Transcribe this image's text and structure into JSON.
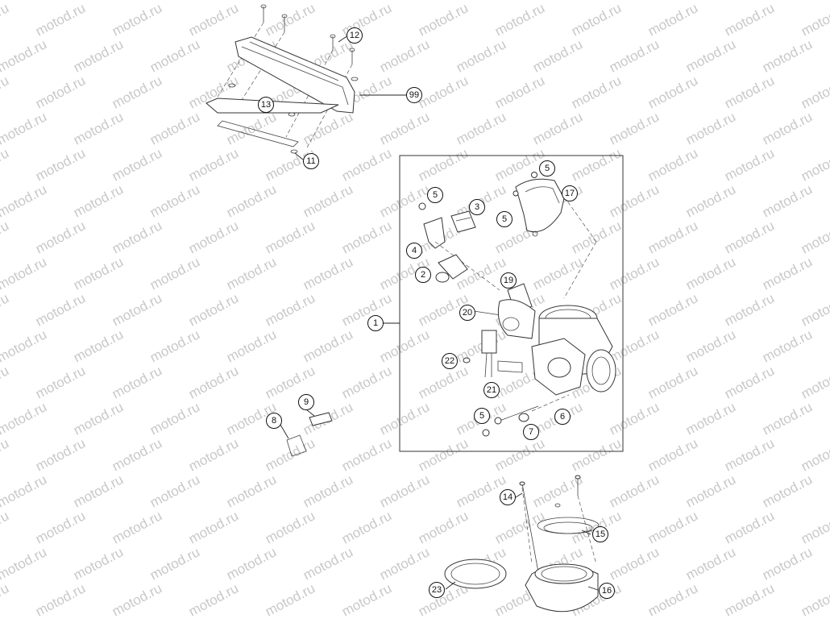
{
  "watermark": {
    "text": "motod.ru",
    "color": "#c8c8c8"
  },
  "callouts": [
    {
      "id": "c1",
      "label": "1"
    },
    {
      "id": "c2",
      "label": "2"
    },
    {
      "id": "c3",
      "label": "3"
    },
    {
      "id": "c4",
      "label": "4"
    },
    {
      "id": "c5a",
      "label": "5"
    },
    {
      "id": "c5b",
      "label": "5"
    },
    {
      "id": "c5c",
      "label": "5"
    },
    {
      "id": "c5d",
      "label": "5"
    },
    {
      "id": "c6",
      "label": "6"
    },
    {
      "id": "c7",
      "label": "7"
    },
    {
      "id": "c8",
      "label": "8"
    },
    {
      "id": "c9",
      "label": "9"
    },
    {
      "id": "c11",
      "label": "11"
    },
    {
      "id": "c12",
      "label": "12"
    },
    {
      "id": "c13",
      "label": "13"
    },
    {
      "id": "c14",
      "label": "14"
    },
    {
      "id": "c15",
      "label": "15"
    },
    {
      "id": "c16",
      "label": "16"
    },
    {
      "id": "c17",
      "label": "17"
    },
    {
      "id": "c19",
      "label": "19"
    },
    {
      "id": "c20",
      "label": "20"
    },
    {
      "id": "c21",
      "label": "21"
    },
    {
      "id": "c22",
      "label": "22"
    },
    {
      "id": "c23",
      "label": "23"
    },
    {
      "id": "c99",
      "label": "99"
    }
  ]
}
